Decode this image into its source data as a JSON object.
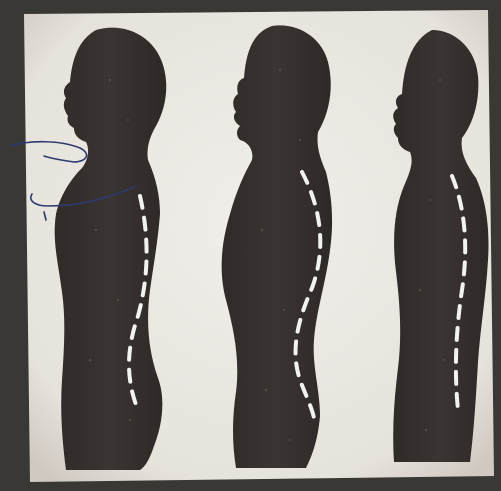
{
  "figures": [
    {
      "name": "figure-left-silhouette",
      "posture": "head-forward-rounded-shoulders"
    },
    {
      "name": "figure-middle-silhouette",
      "posture": "increased-spinal-curves"
    },
    {
      "name": "figure-right-silhouette",
      "posture": "flat-back"
    }
  ],
  "colors": {
    "background_border": "#3a3835",
    "paper": "#ebe8e3",
    "silhouette": "#35302e",
    "spine_line": "#f2f2ee",
    "pen_ink": "#2d3a6e"
  }
}
